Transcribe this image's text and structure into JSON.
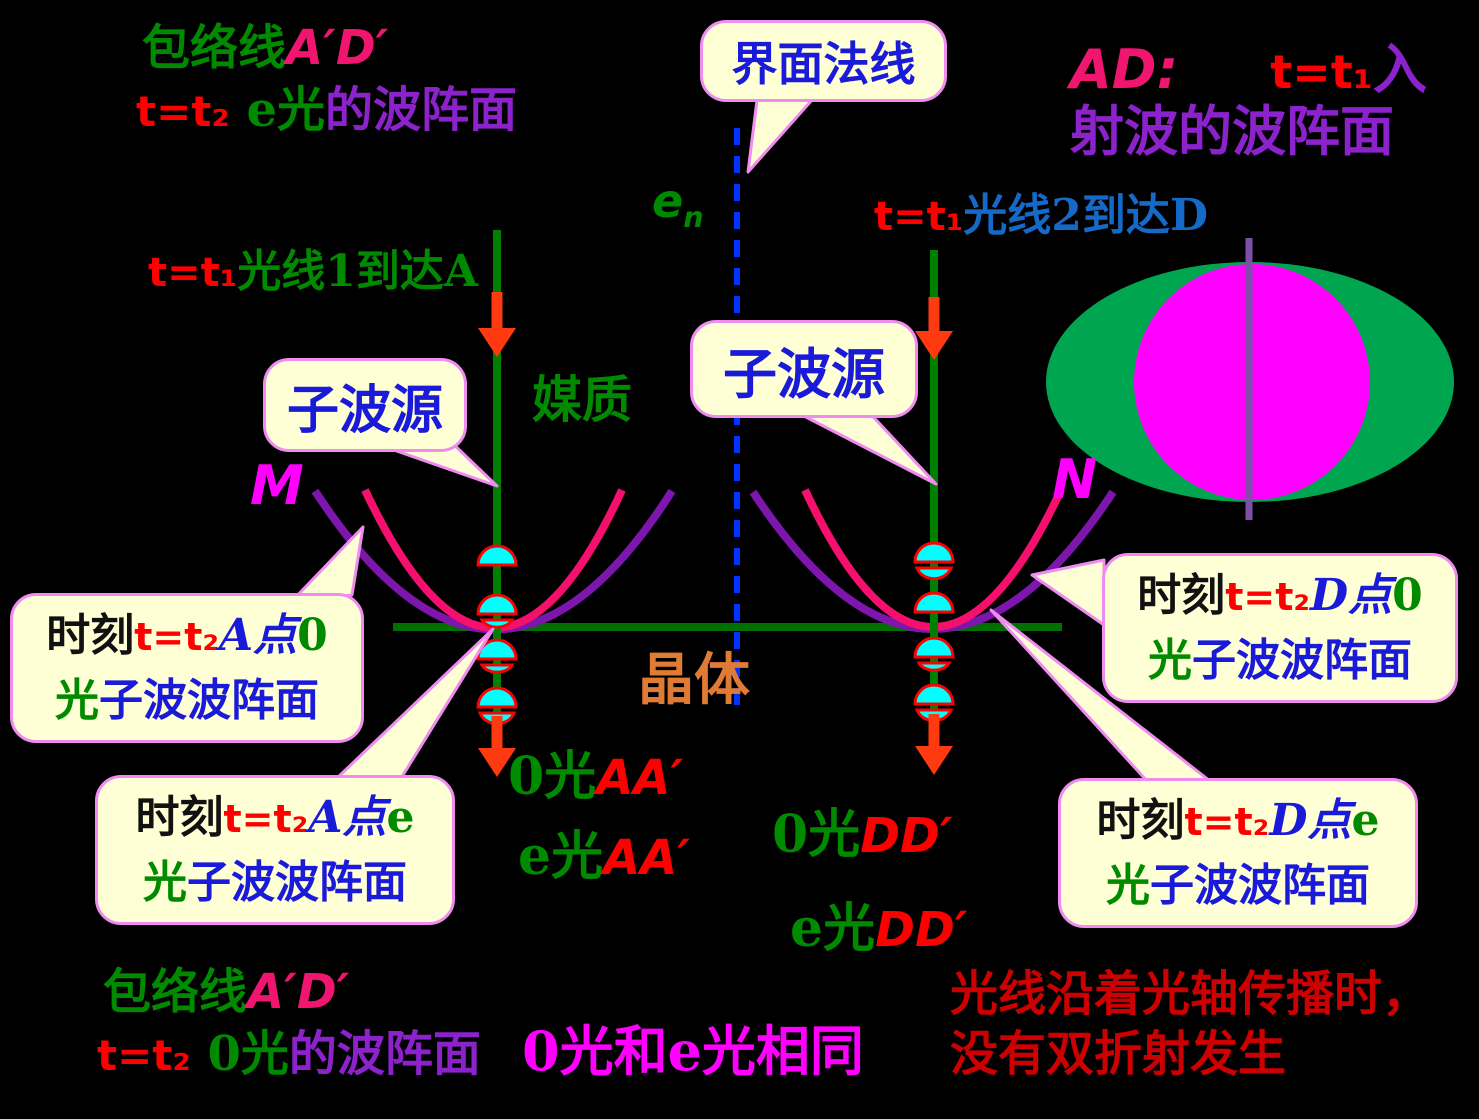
{
  "colors": {
    "background": "#000000",
    "green_text": "#008A00",
    "ray_line_green": "#008000",
    "interface_green": "#007000",
    "red": "#FF0000",
    "dark_red": "#CC0000",
    "crimson_pink": "#F0156E",
    "wavelet_pink_curve": "#F5106E",
    "wavelet_purple_curve": "#7D16AD",
    "purple_text": "#8B22CC",
    "blue_text": "#1A1AD9",
    "ray2_blue": "#1569C7",
    "magenta": "#FF00FF",
    "orange": "#E07B35",
    "cyan_bead": "#00FFFF",
    "arrow_red": "#FF3A10",
    "bubble_bg": "#FFFFD6",
    "bubble_border": "#F08CF0",
    "ellipse_green": "#00A550",
    "optic_axis_purple": "#7D4FA8",
    "normal_dashed_blue": "#0033FF"
  },
  "top_left": {
    "l1_green": "包络线",
    "l1_pink": "A′D′",
    "l2_red": "t=t₂",
    "l2_green": " e光",
    "l2_purple": "的波阵面"
  },
  "top_right": {
    "ad": "AD:",
    "t": "t=t₁",
    "ru": "入",
    "line2": "射波的波阵面"
  },
  "normal_callout": {
    "label": "界面法线"
  },
  "en_label": {
    "e": "e",
    "sub": "n"
  },
  "ray1_label": {
    "t": "t=t₁",
    "rest": "光线1到达A"
  },
  "ray2_label": {
    "t": "t=t₁",
    "rest": "光线2到达D"
  },
  "medium_label": "媒质",
  "crystal_label": "晶体",
  "m_label": "M",
  "n_label": "N",
  "wavelet_callout_left": "子波源",
  "wavelet_callout_right": "子波源",
  "callout_a0": {
    "black": "时刻",
    "red": "t=t₂",
    "point": "A点",
    "tail": "0",
    "l2_green": "光",
    "l2_blue": "子波波阵面"
  },
  "callout_ae": {
    "black": "时刻",
    "red": "t=t₂",
    "point": "A点",
    "tail": "e",
    "l2_green": "光",
    "l2_blue": "子波波阵面"
  },
  "callout_d0": {
    "black": "时刻",
    "red": "t=t₂",
    "point": "D点",
    "tail": "0",
    "l2_green": "光",
    "l2_blue": "子波波阵面"
  },
  "callout_de": {
    "black": "时刻",
    "red": "t=t₂",
    "point": "D点",
    "tail": "e",
    "l2_green": "光",
    "l2_blue": "子波波阵面"
  },
  "label_o_aa": {
    "green": "0光",
    "red": "AA′"
  },
  "label_e_aa": {
    "green": "e光",
    "red": "AA′"
  },
  "label_o_dd": {
    "green": "0光",
    "red": "DD′"
  },
  "label_e_dd": {
    "green": "e光",
    "red": "DD′"
  },
  "bottom_left": {
    "l1_green": "包络线",
    "l1_pink": "A′D′",
    "l2_red": "t=t₂",
    "l2_green": " 0光",
    "l2_purple": "的波阵面"
  },
  "bottom_center": "0光和e光相同",
  "bottom_right": {
    "line1": "光线沿着光轴传播时，",
    "line2": "没有双折射发生"
  }
}
